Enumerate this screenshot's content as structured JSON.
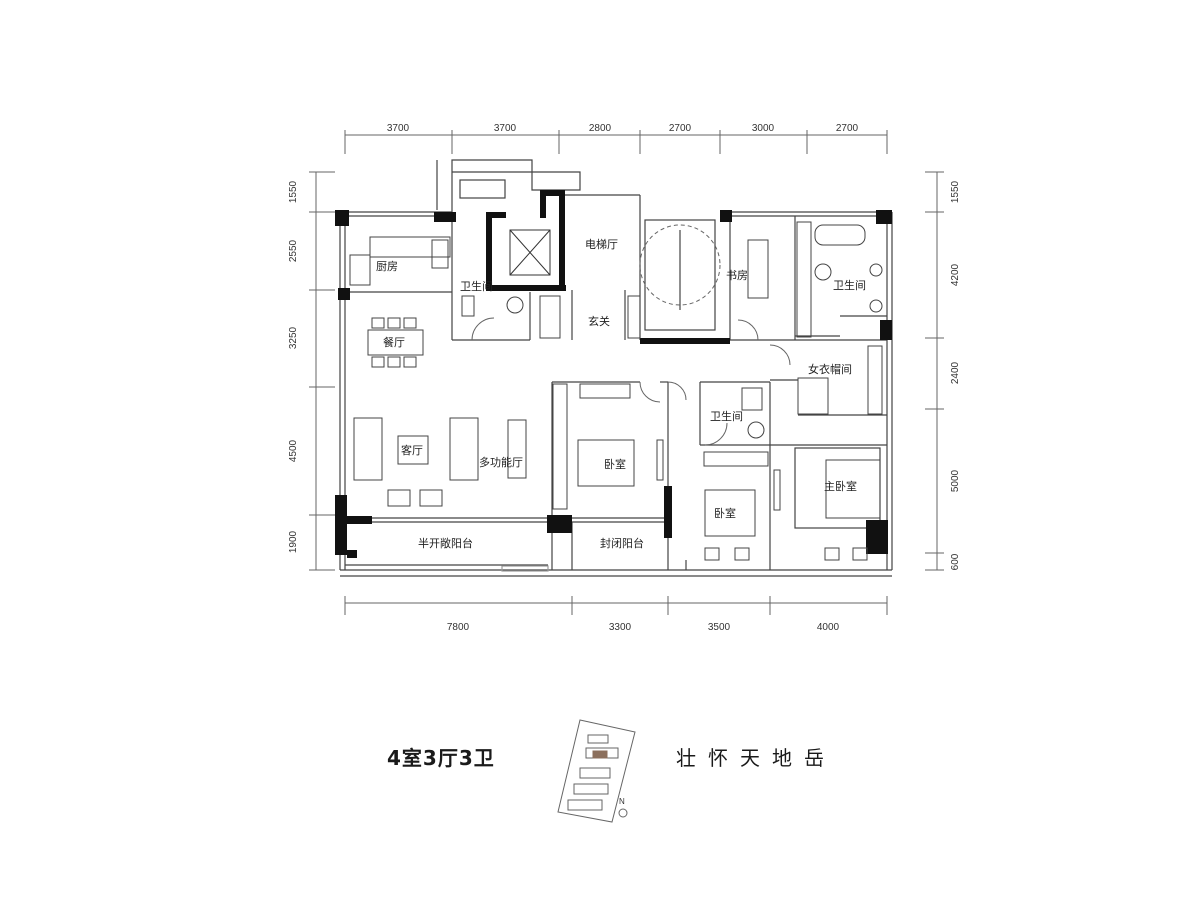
{
  "dimensions": {
    "top": [
      "3700",
      "3700",
      "2800",
      "2700",
      "3000",
      "2700"
    ],
    "bottom": [
      "7800",
      "3300",
      "3500",
      "4000"
    ],
    "left": [
      "1550",
      "2550",
      "3250",
      "4500",
      "1900"
    ],
    "right": [
      "1550",
      "4200",
      "2400",
      "5000",
      "600"
    ]
  },
  "rooms": {
    "kitchen": "厨房",
    "bathroom_1": "卫生间",
    "dining": "餐厅",
    "living": "客厅",
    "multi_function": "多功能厅",
    "half_open_balcony": "半开敞阳台",
    "elevator_hall": "电梯厅",
    "foyer": "玄关",
    "study": "书房",
    "bathroom_2": "卫生间",
    "walk_in_closet": "女衣帽间",
    "bathroom_3": "卫生间",
    "bedroom_1": "卧室",
    "bedroom_2": "卧室",
    "master_bedroom": "主卧室",
    "enclosed_balcony": "封闭阳台"
  },
  "caption": {
    "layout": "4室3厅3卫",
    "project": "壮怀天地岳"
  },
  "key_map": {
    "north": "N"
  },
  "colors": {
    "wall": "#111111",
    "line": "#555555",
    "highlight_unit": "#8b6f5c"
  }
}
